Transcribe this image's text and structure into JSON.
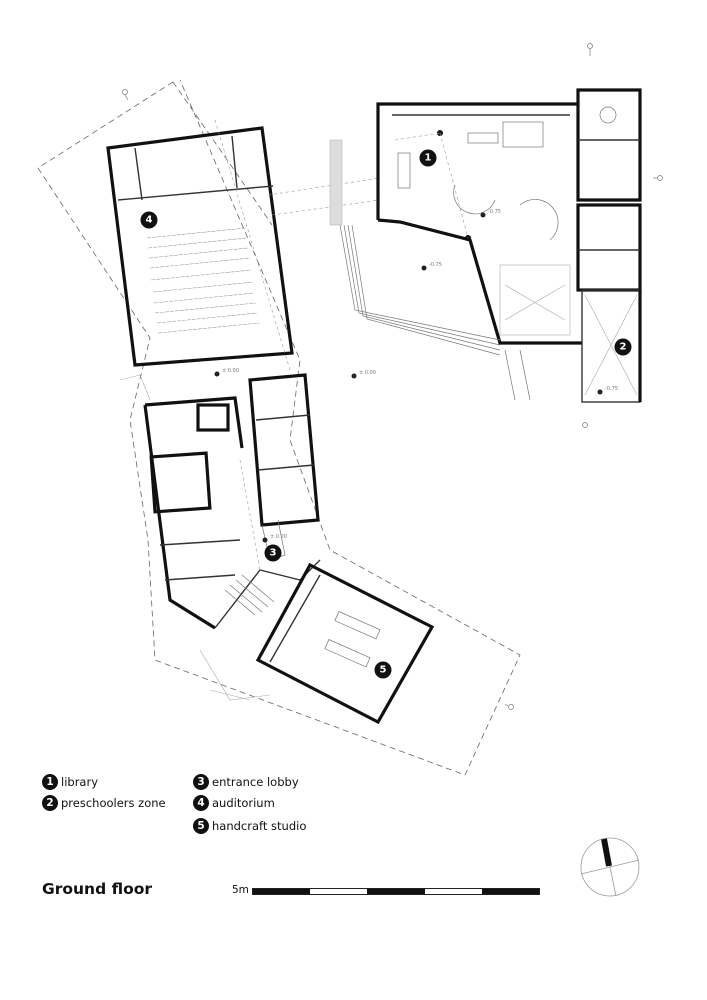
{
  "drawing": {
    "title": "Ground floor",
    "type": "architectural floor plan"
  },
  "legend": {
    "items": [
      {
        "number": "1",
        "label": "library"
      },
      {
        "number": "2",
        "label": "preschoolers zone"
      },
      {
        "number": "3",
        "label": "entrance lobby"
      },
      {
        "number": "4",
        "label": "auditorium"
      },
      {
        "number": "5",
        "label": "handcraft studio"
      }
    ]
  },
  "scale_bar": {
    "label": "5m",
    "segments": [
      "dark",
      "light",
      "dark",
      "light",
      "dark"
    ]
  },
  "plan_markers": [
    {
      "number": "1",
      "room": "library"
    },
    {
      "number": "2",
      "room": "preschoolers zone"
    },
    {
      "number": "3",
      "room": "entrance lobby"
    },
    {
      "number": "4",
      "room": "auditorium"
    },
    {
      "number": "5",
      "room": "handcraft studio"
    }
  ],
  "level_marks": [
    {
      "value": "-0.75",
      "location": "library"
    },
    {
      "value": "-0.75",
      "location": "terrace"
    },
    {
      "value": "-0.75",
      "location": "preschoolers zone"
    },
    {
      "value": "± 0.00",
      "location": "auditorium entrance"
    },
    {
      "value": "± 0.00",
      "location": "courtyard"
    },
    {
      "value": "± 0.00",
      "location": "entrance lobby"
    }
  ],
  "north_arrow": {
    "symbol": "compass-circle"
  },
  "colors": {
    "ink": "#111111",
    "line_gray": "#777777",
    "background": "#ffffff"
  }
}
